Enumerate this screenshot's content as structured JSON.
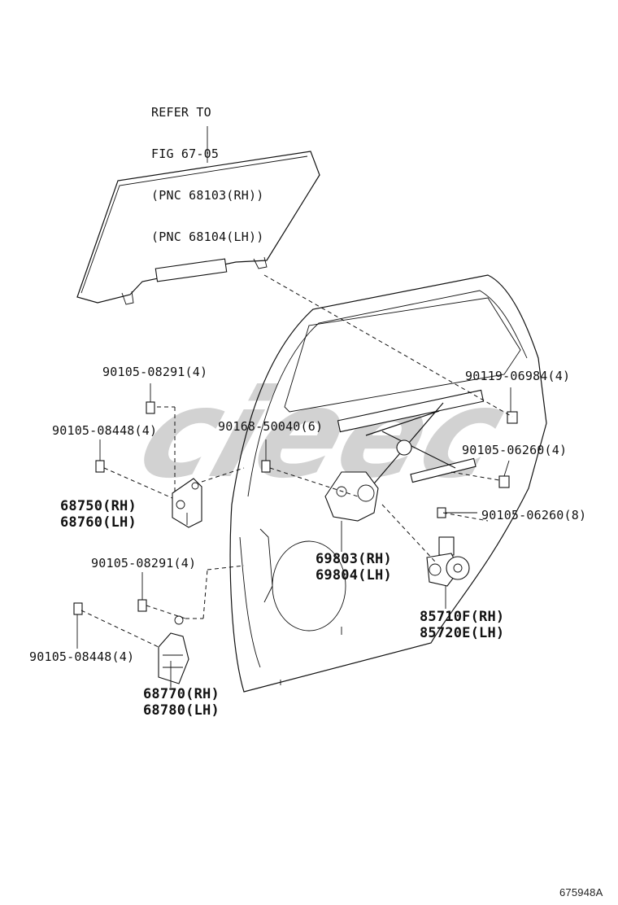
{
  "watermark": {
    "text": "cieec",
    "color": "#d2d2d2"
  },
  "refer_note": [
    "REFER TO",
    "FIG 67-05",
    "(PNC 68103(RH))",
    "(PNC 68104(LH))"
  ],
  "labels": {
    "bolt_08291_top": "90105-08291(4)",
    "bolt_08448_top": "90105-08448(4)",
    "bolt_50040": "90168-50040(6)",
    "bolt_06984": "90119-06984(4)",
    "bolt_06260_4": "90105-06260(4)",
    "bolt_06260_8": "90105-06260(8)",
    "hinge_upper_rh": "68750(RH)",
    "hinge_upper_lh": "68760(LH)",
    "regulator_rh": "69803(RH)",
    "regulator_lh": "69804(LH)",
    "bolt_08291_bottom": "90105-08291(4)",
    "motor_rh": "85710F(RH)",
    "motor_lh": "85720E(LH)",
    "bolt_08448_bottom": "90105-08448(4)",
    "hinge_lower_rh": "68770(RH)",
    "hinge_lower_lh": "68780(LH)"
  },
  "figure_code": "675948A"
}
